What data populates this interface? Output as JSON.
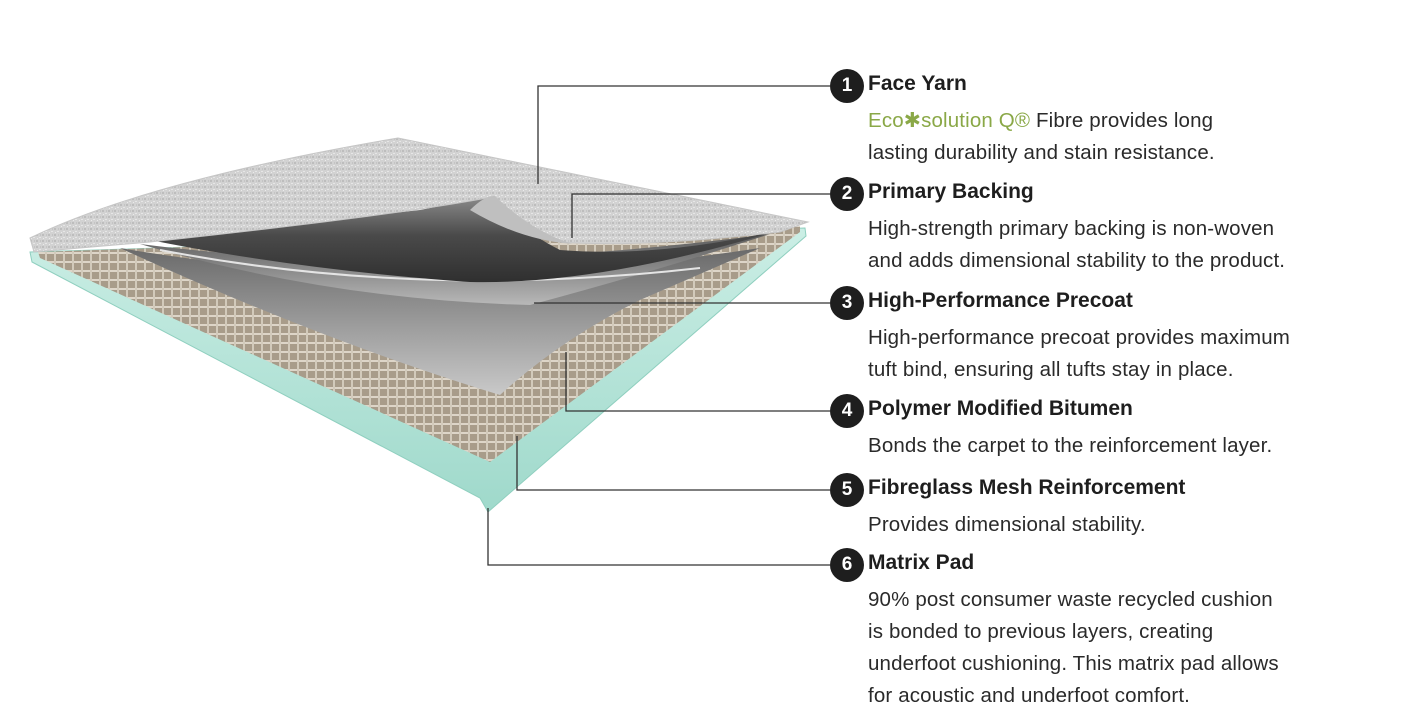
{
  "colors": {
    "badge": "#1e1e1e",
    "brand_accent": "#8aa847",
    "leader_line": "#333333",
    "yarn_top": "#d4d4d4",
    "backing": "#4a4a4a",
    "mesh": "#b5aa98",
    "pad": "#a7ddd0"
  },
  "layers": [
    {
      "number": "1",
      "title": "Face Yarn",
      "brand": "Eco✱solution Q®",
      "desc_first": " Fibre provides long",
      "desc_lines": [
        "lasting durability and stain resistance."
      ]
    },
    {
      "number": "2",
      "title": "Primary Backing",
      "desc_lines": [
        "High-strength primary backing is non-woven",
        "and adds dimensional stability to the product."
      ]
    },
    {
      "number": "3",
      "title": "High-Performance Precoat",
      "desc_lines": [
        "High-performance precoat provides maximum",
        "tuft bind, ensuring all tufts stay in place."
      ]
    },
    {
      "number": "4",
      "title": "Polymer Modified Bitumen",
      "desc_lines": [
        "Bonds the carpet to the reinforcement layer."
      ]
    },
    {
      "number": "5",
      "title": "Fibreglass Mesh Reinforcement",
      "desc_lines": [
        "Provides dimensional stability."
      ]
    },
    {
      "number": "6",
      "title": "Matrix Pad",
      "desc_lines": [
        "90% post consumer waste recycled cushion",
        "is bonded to previous layers, creating",
        "underfoot cushioning. This matrix pad allows",
        "for acoustic and underfoot comfort."
      ]
    }
  ]
}
